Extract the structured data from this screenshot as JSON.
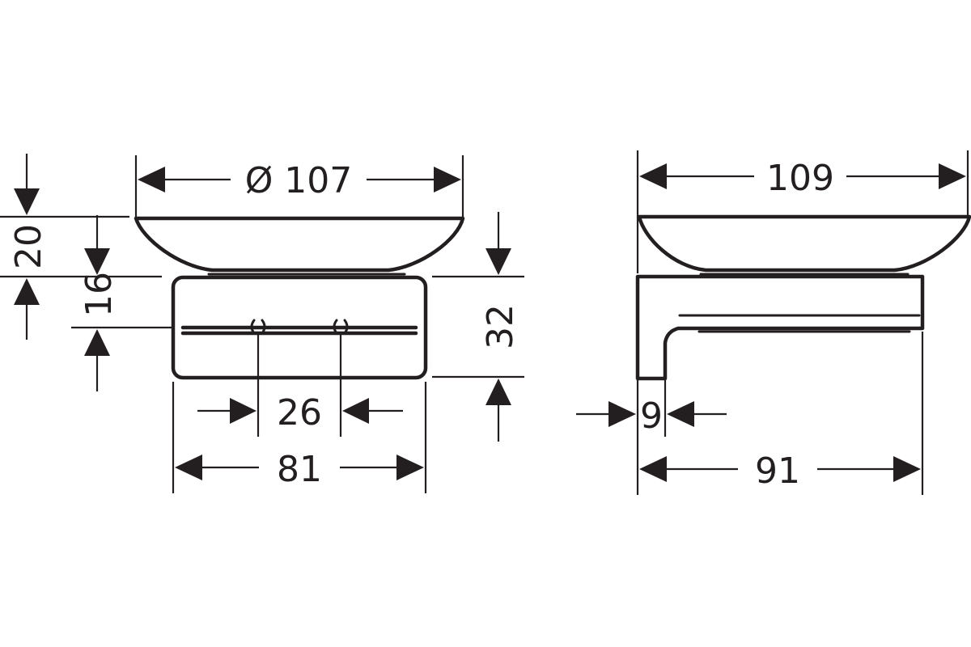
{
  "front_view": {
    "dim_diameter": "Ø 107",
    "dim_height_dish": "20",
    "dim_height_top": "16",
    "dim_height_holder": "32",
    "dim_hole_spacing": "26",
    "dim_width_holder": "81"
  },
  "side_view": {
    "dim_width_dish": "109",
    "dim_wall_thickness": "9",
    "dim_projection": "91"
  },
  "colors": {
    "line": "#231f20",
    "background": "#ffffff"
  }
}
